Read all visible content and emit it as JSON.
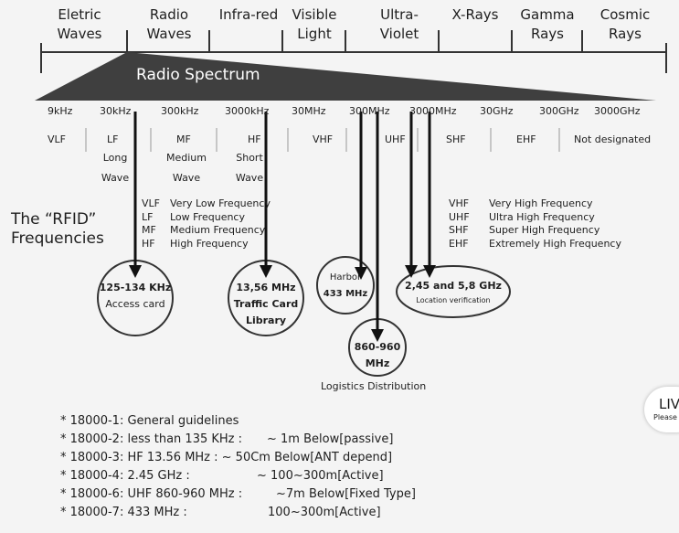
{
  "bands": [
    {
      "l1": "Eletric",
      "l2": "Waves"
    },
    {
      "l1": "Radio",
      "l2": "Waves"
    },
    {
      "l1": "Infra-red",
      "l2": ""
    },
    {
      "l1": "Visible",
      "l2": "Light"
    },
    {
      "l1": "Ultra-",
      "l2": "Violet"
    },
    {
      "l1": "X-Rays",
      "l2": ""
    },
    {
      "l1": "Gamma",
      "l2": "Rays"
    },
    {
      "l1": "Cosmic",
      "l2": "Rays"
    }
  ],
  "spectrum_title": "Radio Spectrum",
  "frequencies": [
    "9kHz",
    "30kHz",
    "300kHz",
    "3000kHz",
    "30MHz",
    "300MHz",
    "3000MHz",
    "30GHz",
    "300GHz",
    "3000GHz"
  ],
  "classes": [
    "VLF",
    "LF",
    "MF",
    "HF",
    "VHF",
    "UHF",
    "SHF",
    "EHF",
    "Not designated"
  ],
  "class_subs": {
    "lf": [
      "Long",
      "Wave"
    ],
    "mf": [
      "Medium",
      "Wave"
    ],
    "hf": [
      "Short",
      "Wave"
    ]
  },
  "rfid_title": [
    "The “RFID”",
    "Frequencies"
  ],
  "legend_left": [
    {
      "abbr": "VLF",
      "full": "Very Low Frequency"
    },
    {
      "abbr": "LF",
      "full": "Low Frequency"
    },
    {
      "abbr": "MF",
      "full": "Medium Frequency"
    },
    {
      "abbr": "HF",
      "full": "High Frequency"
    }
  ],
  "legend_right": [
    {
      "abbr": "VHF",
      "full": "Very High Frequency"
    },
    {
      "abbr": "UHF",
      "full": "Ultra High Frequency"
    },
    {
      "abbr": "SHF",
      "full": "Super High Frequency"
    },
    {
      "abbr": "EHF",
      "full": "Extremely High Frequency"
    }
  ],
  "circles": {
    "lf": {
      "l1": "125-134 KHz",
      "l2": "Access card"
    },
    "hf": {
      "l1": "13,56 MHz",
      "l2": "Traffic Card",
      "l3": "Library"
    },
    "harbor": {
      "l1": "Harbor",
      "l2": "433 MHz"
    },
    "uhf": {
      "l1": "860-960",
      "l2": "MHz"
    },
    "ghz": {
      "l1": "2,45 and 5,8 GHz",
      "l2": "Location verification"
    }
  },
  "logistics": "Logistics Distribution",
  "standards": [
    {
      "a": "* 18000-1: General guidelines",
      "b": ""
    },
    {
      "a": "* 18000-2: less than 135 KHz :",
      "b": "~ 1m Below[passive]"
    },
    {
      "a": "* 18000-3: HF 13.56 MHz : ~ 50Cm Below[ANT depend]",
      "b": ""
    },
    {
      "a": "* 18000-4: 2.45 GHz :",
      "b": "~ 100~300m[Active]"
    },
    {
      "a": "* 18000-6: UHF 860-960 MHz :",
      "b": "~7m Below[Fixed Type]"
    },
    {
      "a": "* 18000-7: 433 MHz :",
      "b": "100~300m[Active]"
    }
  ],
  "live_badge": {
    "title": "LIV",
    "sub": "Please"
  },
  "colors": {
    "dark": "#3f3f3f",
    "text": "#1e1e1e",
    "bg": "#f4f4f4"
  }
}
